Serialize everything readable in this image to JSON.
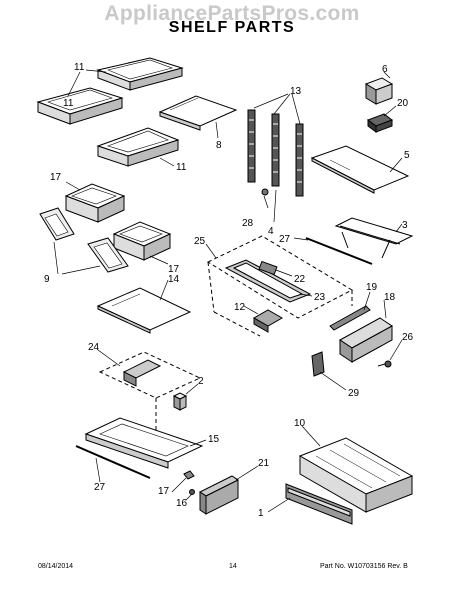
{
  "watermark": "AppliancePartsPros.com",
  "title": "SHELF PARTS",
  "labels": [
    "11",
    "11",
    "11",
    "6",
    "13",
    "20",
    "8",
    "5",
    "17",
    "28",
    "4",
    "27",
    "3",
    "25",
    "22",
    "9",
    "17",
    "14",
    "23",
    "19",
    "18",
    "12",
    "24",
    "26",
    "2",
    "29",
    "10",
    "15",
    "21",
    "27",
    "17",
    "16",
    "1"
  ],
  "footer": {
    "date": "08/14/2014",
    "page": "14",
    "part_number": "Part No.  W10703156  Rev. B"
  }
}
